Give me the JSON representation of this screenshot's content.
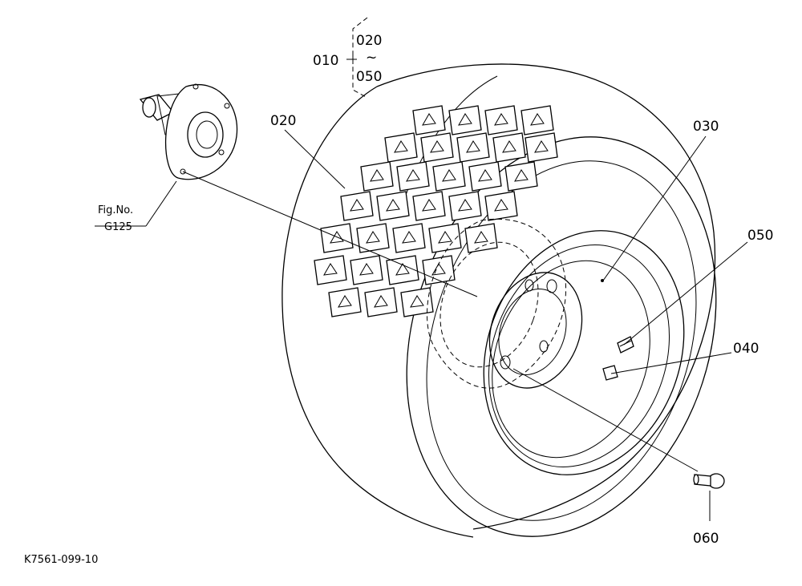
{
  "diagram": {
    "range_group": {
      "main": "010",
      "from": "020",
      "tilde": "~",
      "to": "050"
    },
    "callouts": {
      "tire": "020",
      "wheel": "030",
      "valve": "050",
      "nut": "040",
      "bolt": "060"
    },
    "fig_ref": {
      "line1": "Fig.No.",
      "line2": "G125"
    },
    "drawing_number": "K7561-099-10"
  }
}
